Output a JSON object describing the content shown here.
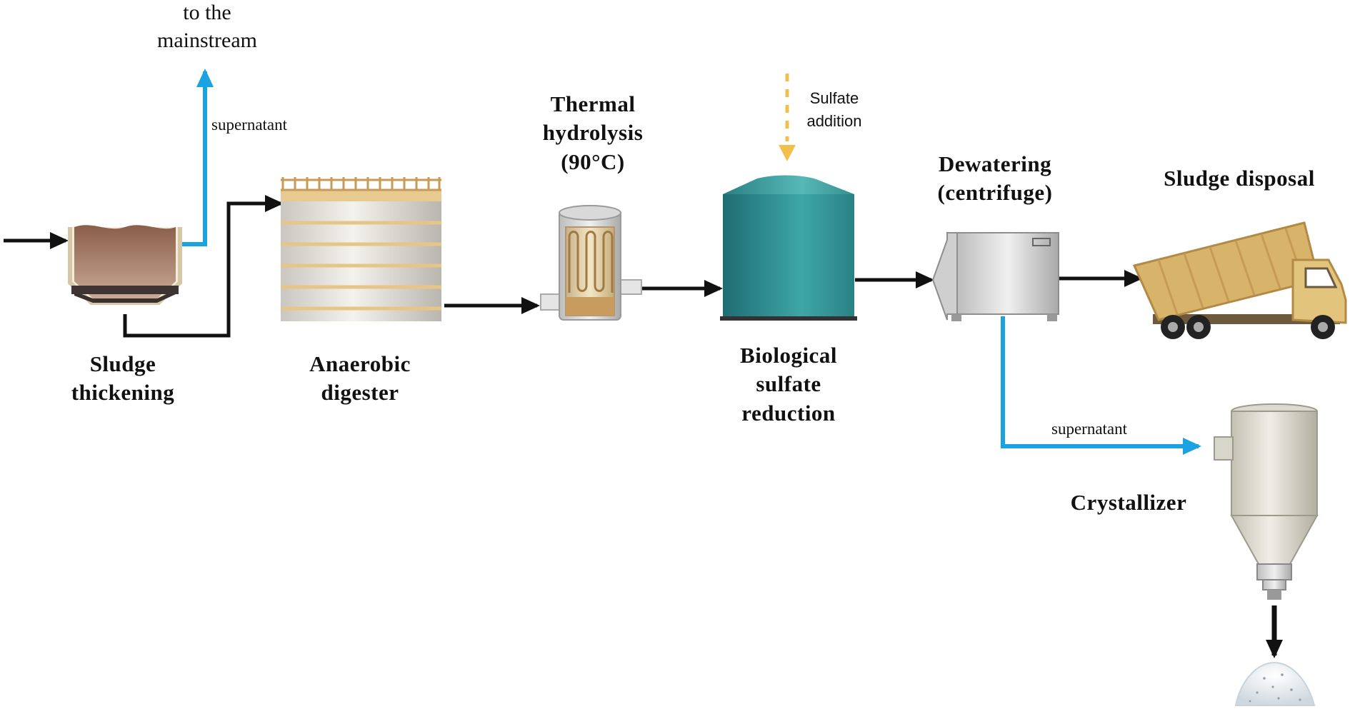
{
  "labels": {
    "to_mainstream": "to the\nmainstream",
    "supernatant_top": "supernatant",
    "sludge_thickening": "Sludge\nthickening",
    "anaerobic_digester": "Anaerobic\ndigester",
    "thermal_hydrolysis": "Thermal\nhydrolysis\n(90°C)",
    "sulfate_addition": "Sulfate\naddition",
    "biological_sulfate_reduction": "Biological\nsulfate\nreduction",
    "dewatering": "Dewatering\n(centrifuge)",
    "sludge_disposal": "Sludge disposal",
    "supernatant_bottom": "supernatant",
    "crystallizer": "Crystallizer"
  },
  "colors": {
    "flow_arrow": "#111111",
    "supernatant_arrow": "#1aa3e0",
    "sulfate_arrow": "#f2c04a",
    "sludge": "#9c6f56",
    "tank_teal": "#2e8f92",
    "truck_body": "#d8b36a",
    "truck_cab": "#e3c47c"
  }
}
